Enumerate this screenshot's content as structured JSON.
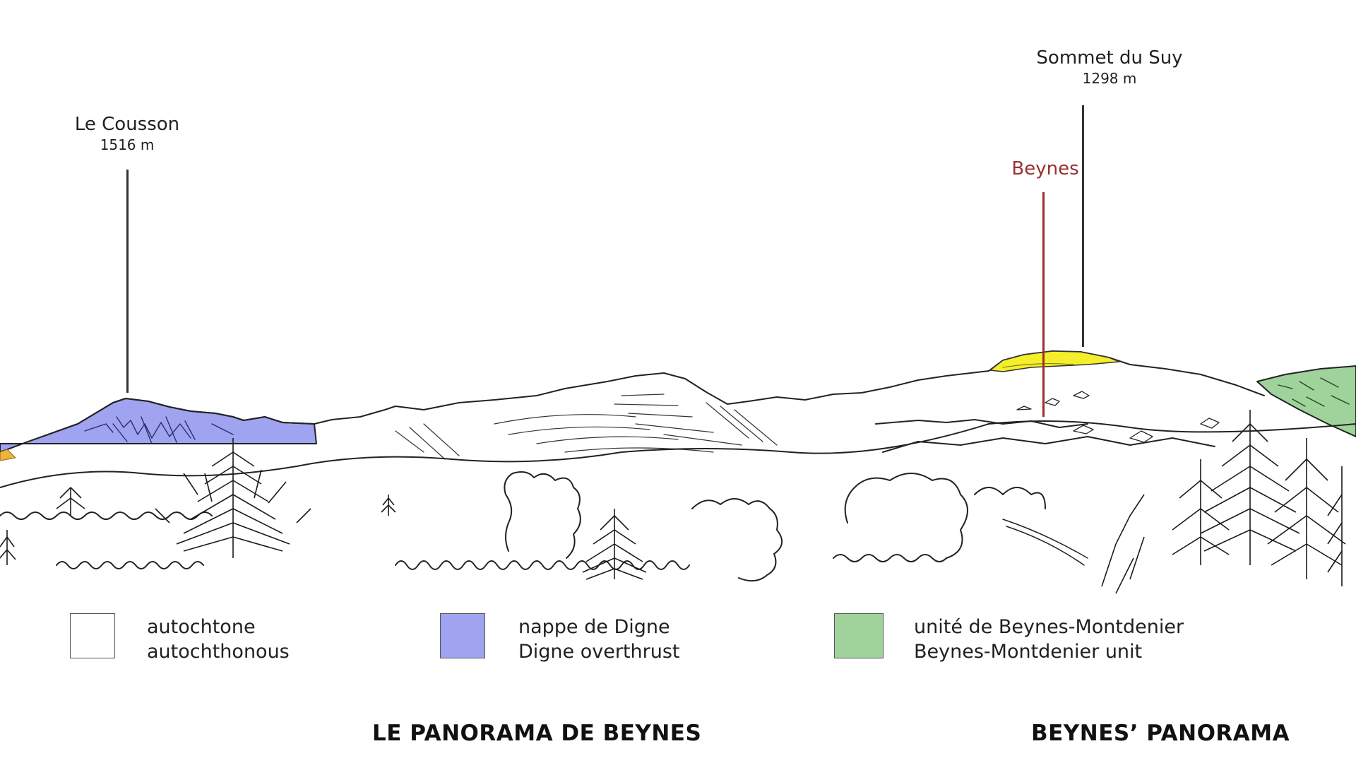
{
  "peaks": [
    {
      "name": "Le Cousson",
      "altitude": "1516 m"
    },
    {
      "name": "Sommet du Suy",
      "altitude": "1298 m"
    }
  ],
  "town": {
    "name": "Beynes"
  },
  "colors": {
    "autochtone": "#ffffff",
    "digne_overthrust": "#9fa3f0",
    "beynes_montdenier": "#9fd39b",
    "suy_cap": "#f4ef2a",
    "accent_orange": "#f0b23a",
    "town_red": "#9b2f2f"
  },
  "legend": [
    {
      "fr": "autochtone",
      "en": "autochthonous",
      "color": "#ffffff"
    },
    {
      "fr": "nappe de Digne",
      "en": "Digne overthrust",
      "color": "#9fa3f0"
    },
    {
      "fr": "unité de Beynes-Montdenier",
      "en": "Beynes-Montdenier unit",
      "color": "#9fd39b"
    }
  ],
  "titles": {
    "fr": "LE PANORAMA DE BEYNES",
    "en": "BEYNES’ PANORAMA"
  }
}
